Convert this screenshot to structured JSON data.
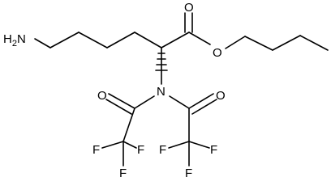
{
  "molecule": {
    "atom_labels": {
      "amine": "H2N",
      "amine_text": "H",
      "amine_sub": "2",
      "amine_n": "N",
      "ester_carbonyl_o": "O",
      "ester_o": "O",
      "imide_n": "N",
      "left_carbonyl_o": "O",
      "right_carbonyl_o": "O",
      "f_left_1": "F",
      "f_left_2": "F",
      "f_left_3": "F",
      "f_right_1": "F",
      "f_right_2": "F",
      "f_right_3": "F"
    },
    "colors": {
      "bond": "#000000",
      "text": "#000000",
      "background": "#ffffff"
    }
  }
}
